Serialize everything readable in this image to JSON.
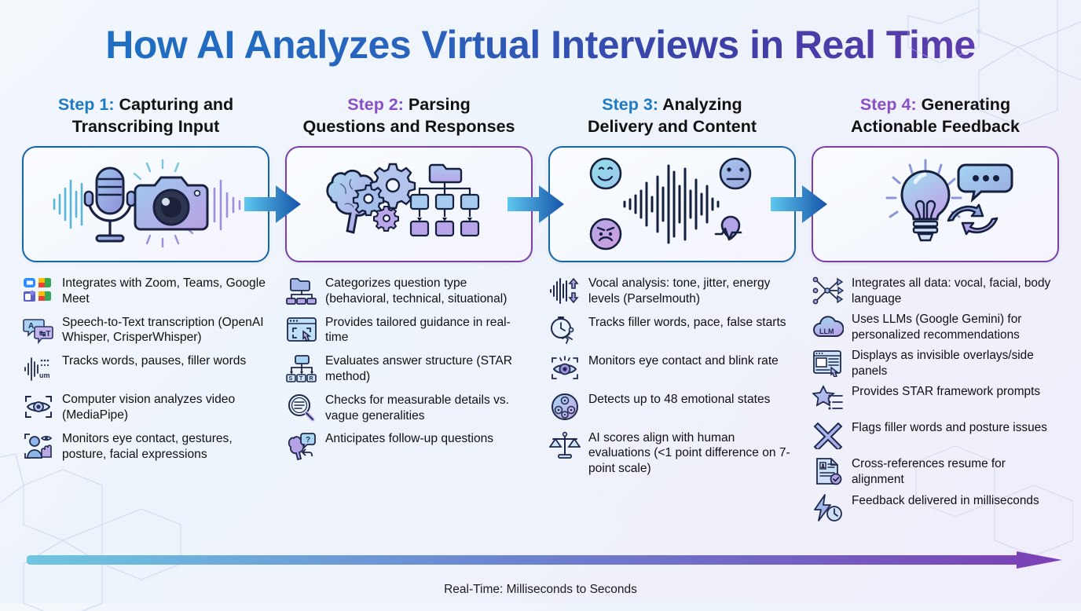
{
  "title": "How AI Analyzes Virtual Interviews in Real Time",
  "colors": {
    "title_gradient_start": "#1b73c4",
    "title_gradient_end": "#6c3bb0",
    "step_blue": "#1f7ac4",
    "step_purple": "#8a4fc4",
    "card_border_blue": "#1565a8",
    "card_border_purple": "#7b3fa8",
    "timeline_start": "#6ec6e0",
    "timeline_end": "#7b3fb5",
    "background": "#eef4fb"
  },
  "steps": [
    {
      "label": "Step 1:",
      "label_color": "blue",
      "title_line1": "Capturing and",
      "title_line2": "Transcribing Input",
      "card_icon": "microphone-camera-waveform-illustration",
      "card_border": "blue",
      "bullets": [
        {
          "icon": "zoom-teams-meet-icon",
          "text": "Integrates with Zoom, Teams, Google Meet"
        },
        {
          "icon": "speech-to-text-icon",
          "text": "Speech-to-Text transcription (OpenAI Whisper, CrisperWhisper)"
        },
        {
          "icon": "waveform-um-icon",
          "text": "Tracks words, pauses, filler words"
        },
        {
          "icon": "eye-scan-icon",
          "text": "Computer vision analyzes video (MediaPipe)"
        },
        {
          "icon": "person-gesture-eye-icon",
          "text": "Monitors eye contact, gestures, posture, facial expressions"
        }
      ]
    },
    {
      "label": "Step 2:",
      "label_color": "purple",
      "title_line1": "Parsing",
      "title_line2": "Questions and Responses",
      "card_icon": "brain-gears-hierarchy-illustration",
      "card_border": "purple",
      "bullets": [
        {
          "icon": "folder-tree-icon",
          "text": "Categorizes question type (behavioral, technical, situational)"
        },
        {
          "icon": "browser-cursor-icon",
          "text": "Provides tailored guidance in real-time"
        },
        {
          "icon": "star-structure-icon",
          "text": "Evaluates answer structure (STAR method)"
        },
        {
          "icon": "magnifier-document-icon",
          "text": "Checks for measurable details vs. vague generalities"
        },
        {
          "icon": "brain-question-icon",
          "text": "Anticipates follow-up questions"
        }
      ]
    },
    {
      "label": "Step 3:",
      "label_color": "blue",
      "title_line1": "Analyzing",
      "title_line2": "Delivery and Content",
      "card_icon": "waveform-emoji-heartbeat-illustration",
      "card_border": "blue",
      "bullets": [
        {
          "icon": "waveform-arrows-icon",
          "text": "Vocal analysis: tone, jitter, energy levels (Parselmouth)"
        },
        {
          "icon": "stopwatch-runner-icon",
          "text": "Tracks filler words, pace, false starts"
        },
        {
          "icon": "eye-blink-scan-icon",
          "text": "Monitors eye contact and blink rate"
        },
        {
          "icon": "emotion-cluster-icon",
          "text": "Detects up to 48 emotional states"
        },
        {
          "icon": "balance-scale-icon",
          "text": "AI scores align with human evaluations (<1 point difference on 7-point scale)"
        }
      ]
    },
    {
      "label": "Step 4:",
      "label_color": "purple",
      "title_line1": "Generating",
      "title_line2": "Actionable Feedback",
      "card_icon": "lightbulb-chat-refresh-illustration",
      "card_border": "purple",
      "bullets": [
        {
          "icon": "data-merge-nodes-icon",
          "text": "Integrates all data: vocal, facial, body language"
        },
        {
          "icon": "llm-cloud-icon",
          "text": "Uses LLMs (Google Gemini) for personalized recommendations"
        },
        {
          "icon": "overlay-panel-icon",
          "text": "Displays as invisible overlays/side panels"
        },
        {
          "icon": "star-list-icon",
          "text": "Provides STAR framework prompts"
        },
        {
          "icon": "cross-flag-icon",
          "text": "Flags filler words and posture issues"
        },
        {
          "icon": "resume-check-icon",
          "text": "Cross-references resume for alignment"
        },
        {
          "icon": "bolt-clock-icon",
          "text": "Feedback delivered in milliseconds"
        }
      ]
    }
  ],
  "timeline": {
    "caption": "Real-Time: Milliseconds to Seconds",
    "arrow_icon": "timeline-arrow-icon"
  }
}
